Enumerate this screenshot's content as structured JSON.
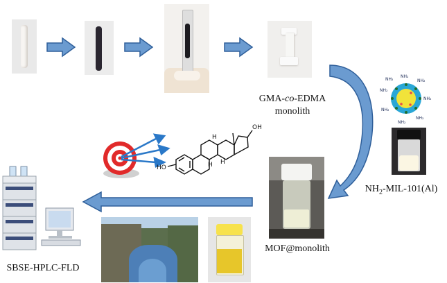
{
  "labels": {
    "monolith_line1_a": "GMA-",
    "monolith_line1_b": "co",
    "monolith_line1_c": "-EDMA",
    "monolith_line2": "monolith",
    "mof_a": "NH",
    "mof_sub": "2",
    "mof_b": "-MIL-101(Al)",
    "composite": "MOF@monolith",
    "method": "SBSE-HPLC-FLD"
  },
  "molecule": {
    "oh_top": "OH",
    "oh_left": "HO",
    "h1": "H",
    "h2": "H",
    "h3": "H"
  },
  "nanoparticle": {
    "group_label": "NH₂"
  },
  "colors": {
    "arrow_fill": "#6b9bd0",
    "arrow_stroke": "#2f5f9a",
    "mof_core": "#f1e33a",
    "mof_shell": "#2aa7d6"
  },
  "icons": [
    "target-icon",
    "darts-icon",
    "hplc-instrument-icon"
  ]
}
